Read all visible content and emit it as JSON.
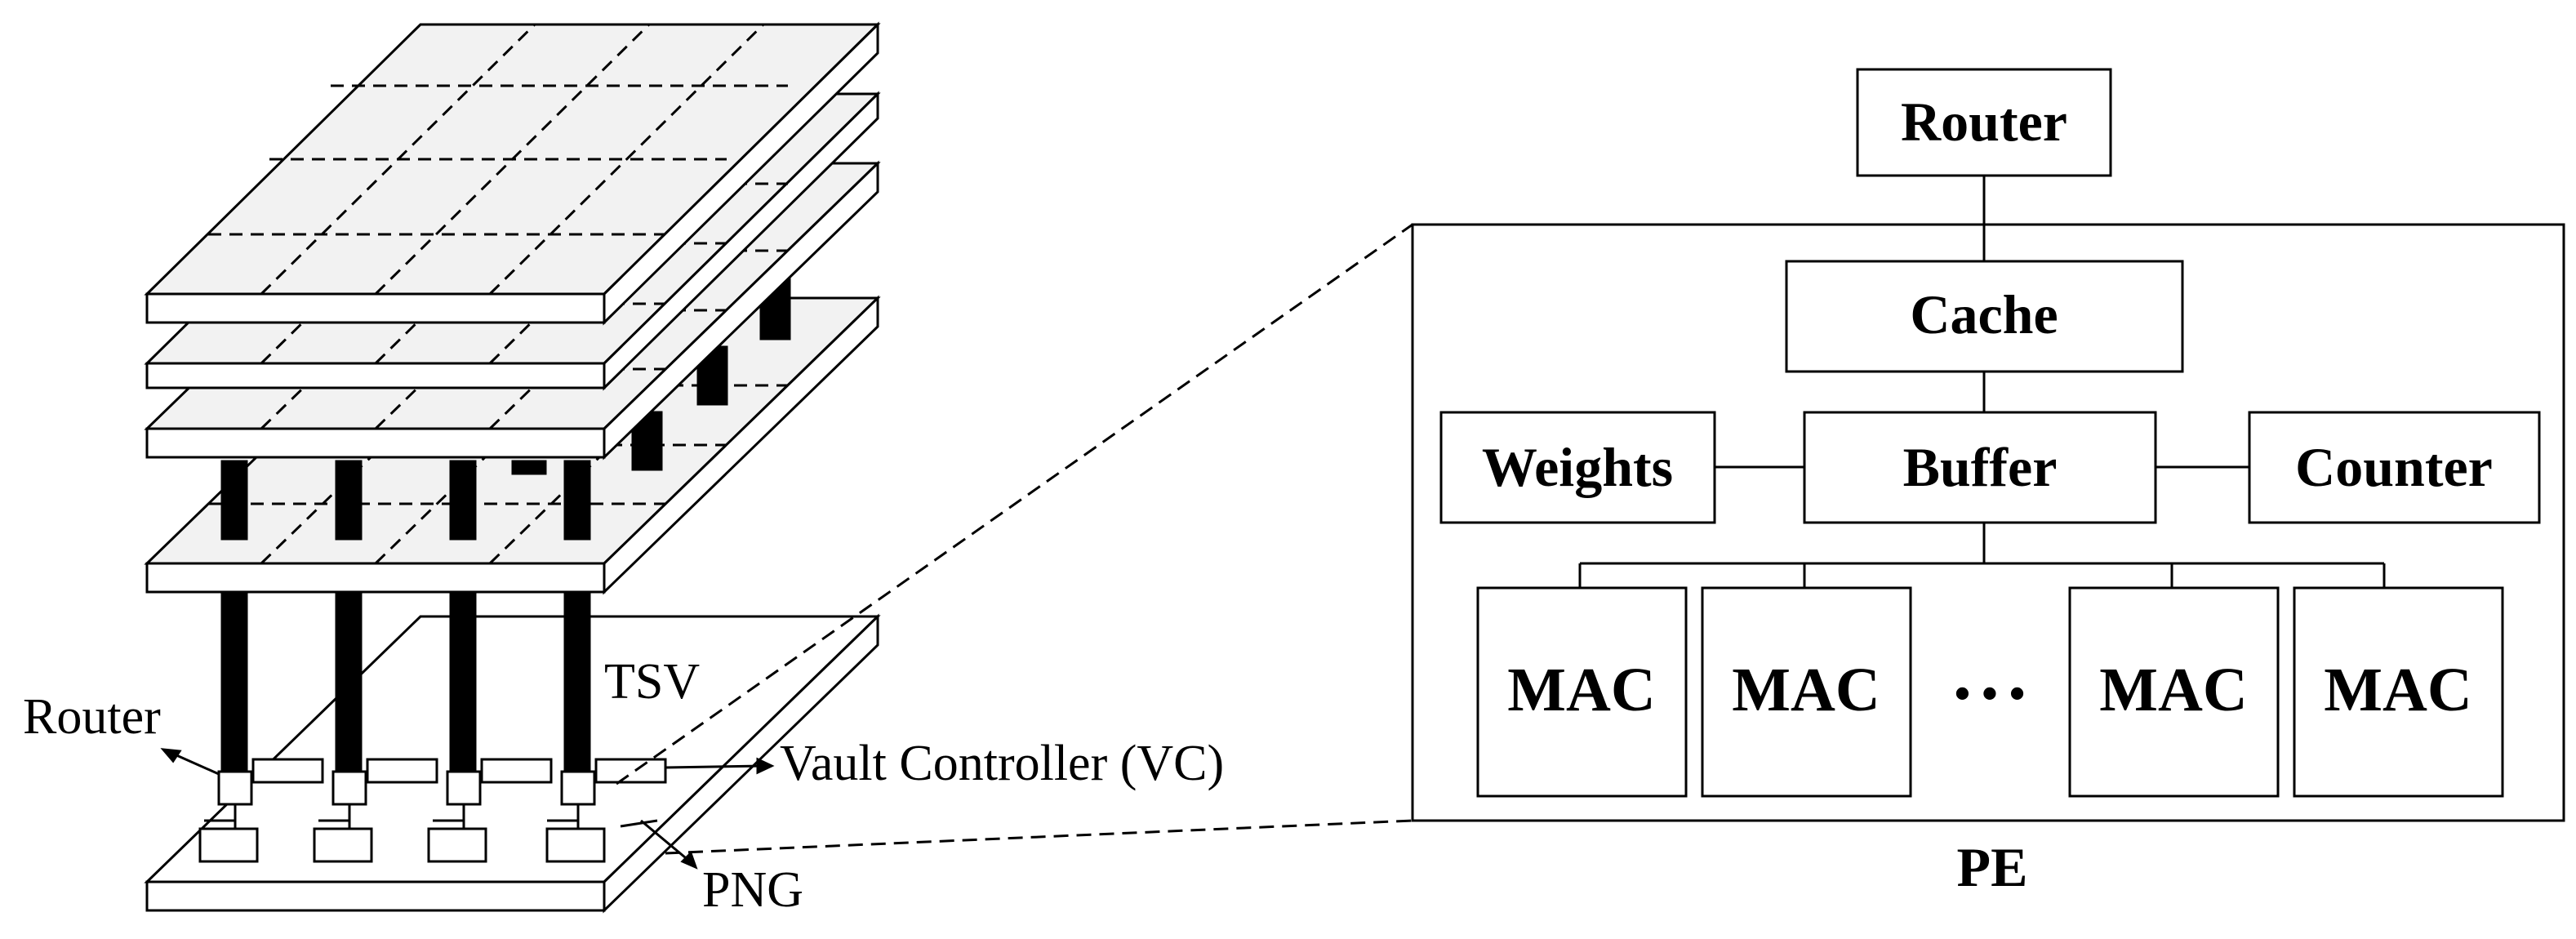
{
  "stack_labels": {
    "router": "Router",
    "tsv": "TSV",
    "vault_controller": "Vault Controller (VC)",
    "png": "PNG"
  },
  "pe": {
    "title": "PE",
    "router": "Router",
    "cache": "Cache",
    "buffer": "Buffer",
    "weights": "Weights",
    "counter": "Counter",
    "mac_units": [
      "MAC",
      "MAC",
      "MAC",
      "MAC"
    ],
    "ellipsis": "• • •"
  },
  "colors": {
    "line": "#000000",
    "layer_top": "#f2f2f2",
    "layer_face": "#ffffff",
    "tsv": "#000000"
  }
}
